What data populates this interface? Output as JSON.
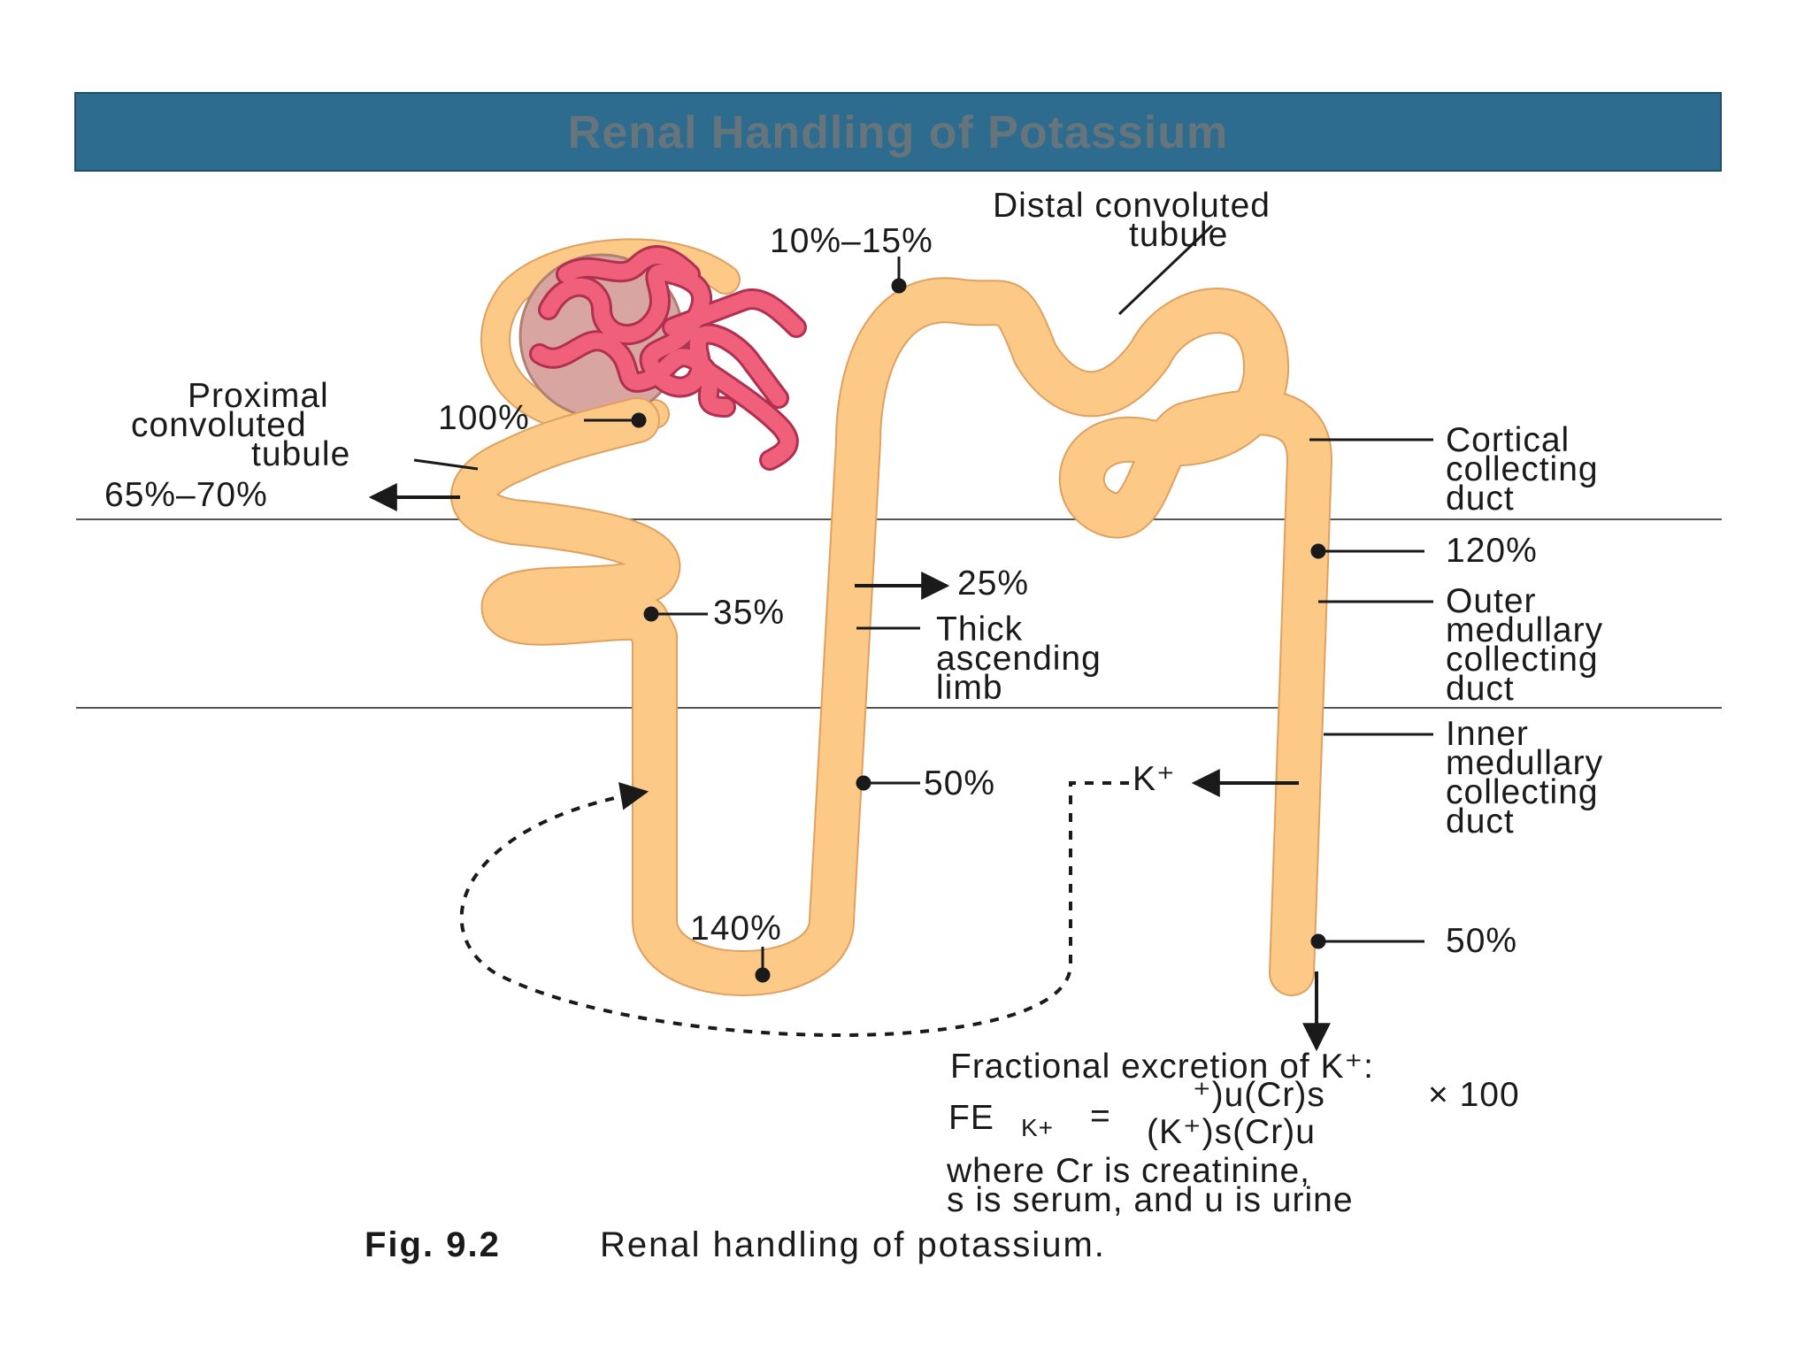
{
  "title": "Renal Handling of Potassium",
  "colors": {
    "tubule": "#fcc987",
    "tubule_outline": "#e0a060",
    "glomerulus": "#f0607a",
    "title_bar": "#2e6c8f",
    "title_text": "#66747c"
  },
  "labels": {
    "pct_dct": "10%–15%",
    "dct_line1": "Distal convoluted",
    "dct_line2": "tubule",
    "pct_100": "100%",
    "pct_65_70": "65%–70%",
    "pct_35": "35%",
    "pct_25": "25%",
    "pct_50_tal": "50%",
    "pct_140": "140%",
    "pct_120": "120%",
    "pct_50_end": "50%",
    "potassium": "K⁺",
    "pct_line1": "Proximal",
    "pct_line2": "convoluted",
    "pct_line3": "tubule",
    "tal_line1": "Thick",
    "tal_line2": "ascending",
    "tal_line3": "limb",
    "ccd_line1": "Cortical",
    "ccd_line2": "collecting",
    "ccd_line3": "duct",
    "omcd_line1": "Outer",
    "omcd_line2": "medullary",
    "omcd_line3": "collecting",
    "omcd_line4": "duct",
    "imcd_line1": "Inner",
    "imcd_line2": "medullary",
    "imcd_line3": "collecting",
    "imcd_line4": "duct"
  },
  "formula": {
    "heading": "Fractional excretion of K⁺:",
    "lhs": "FE",
    "lhs_sub": "K+",
    "equals": "=",
    "numerator": "⁺)u(Cr)s",
    "multiplier": "× 100",
    "denominator": "(K⁺)s(Cr)u",
    "note1": "where Cr is creatinine,",
    "note2": "s is serum, and u is urine"
  },
  "caption": {
    "fig": "Fig. 9.2",
    "text": "Renal handling of potassium."
  }
}
